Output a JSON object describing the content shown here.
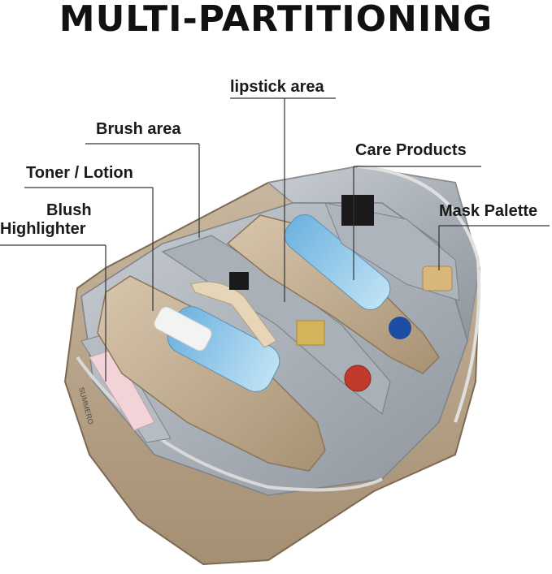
{
  "title": "MULTI-PARTITIONING",
  "labels": {
    "lipstick": "lipstick area",
    "brush": "Brush area",
    "care": "Care Products",
    "toner": "Toner / Lotion",
    "mask": "Mask Palette",
    "blush": "Blush",
    "highlighter": "Highlighter"
  },
  "brand": "SUMMERO"
}
